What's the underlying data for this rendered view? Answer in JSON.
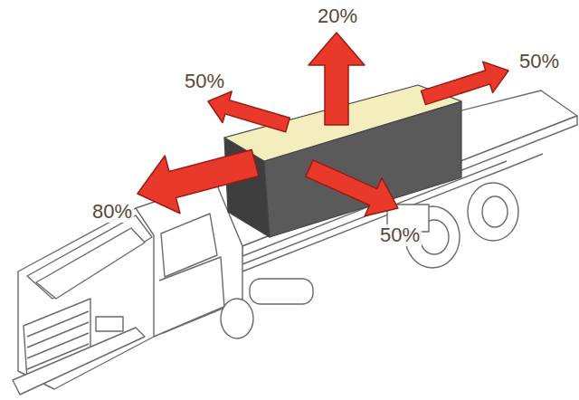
{
  "diagram": {
    "labels": [
      "20%",
      "50%",
      "50%",
      "80%",
      "50%"
    ]
  }
}
